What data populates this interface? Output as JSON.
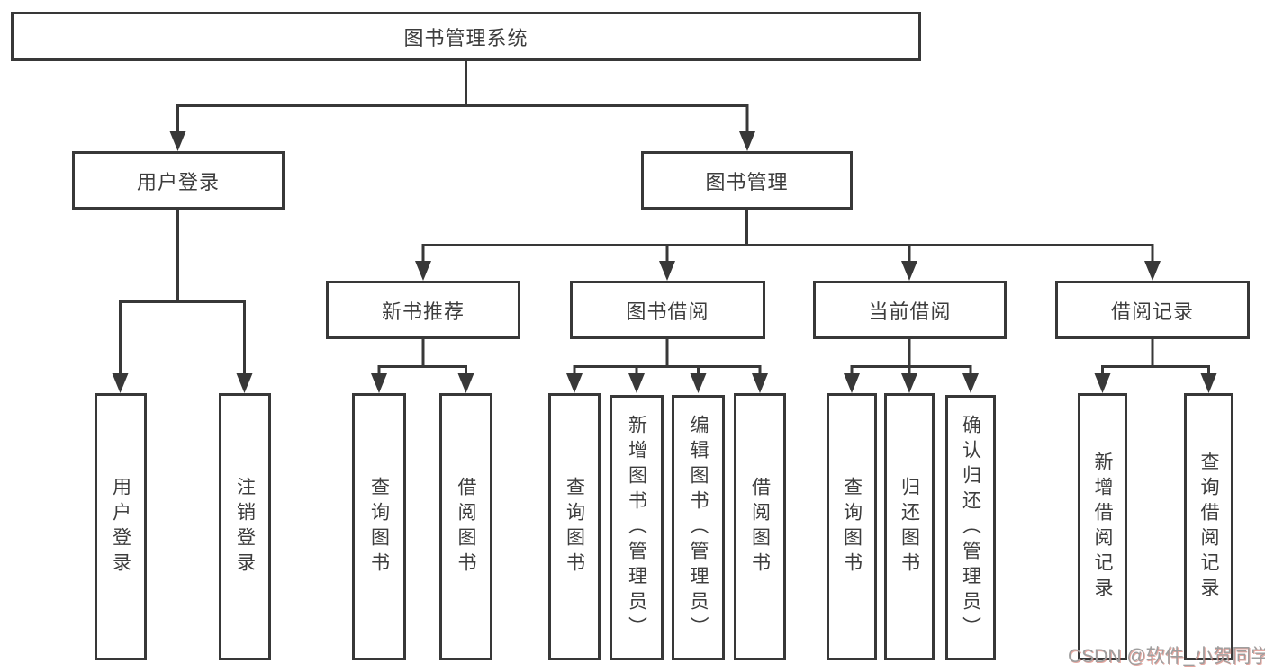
{
  "tree": {
    "root": {
      "label": "图书管理系统",
      "children": [
        {
          "label": "用户登录",
          "children": [
            {
              "label": "用户登录"
            },
            {
              "label": "注销登录"
            }
          ]
        },
        {
          "label": "图书管理",
          "children": [
            {
              "label": "新书推荐",
              "children": [
                {
                  "label": "查询图书"
                },
                {
                  "label": "借阅图书"
                }
              ]
            },
            {
              "label": "图书借阅",
              "children": [
                {
                  "label": "查询图书"
                },
                {
                  "label": "新增图书（管理员）"
                },
                {
                  "label": "编辑图书（管理员）"
                },
                {
                  "label": "借阅图书"
                }
              ]
            },
            {
              "label": "当前借阅",
              "children": [
                {
                  "label": "查询图书"
                },
                {
                  "label": "归还图书"
                },
                {
                  "label": "确认归还（管理员）"
                }
              ]
            },
            {
              "label": "借阅记录",
              "children": [
                {
                  "label": "新增借阅记录"
                },
                {
                  "label": "查询借阅记录"
                }
              ]
            }
          ]
        }
      ]
    }
  },
  "watermark": {
    "text": "CSDN @软件_小贺同学"
  },
  "style_colors": {
    "line": "#383838",
    "text": "#3d3d3d",
    "watermark_gray": "#9e9e9e",
    "watermark_red": "#cd5c50"
  }
}
